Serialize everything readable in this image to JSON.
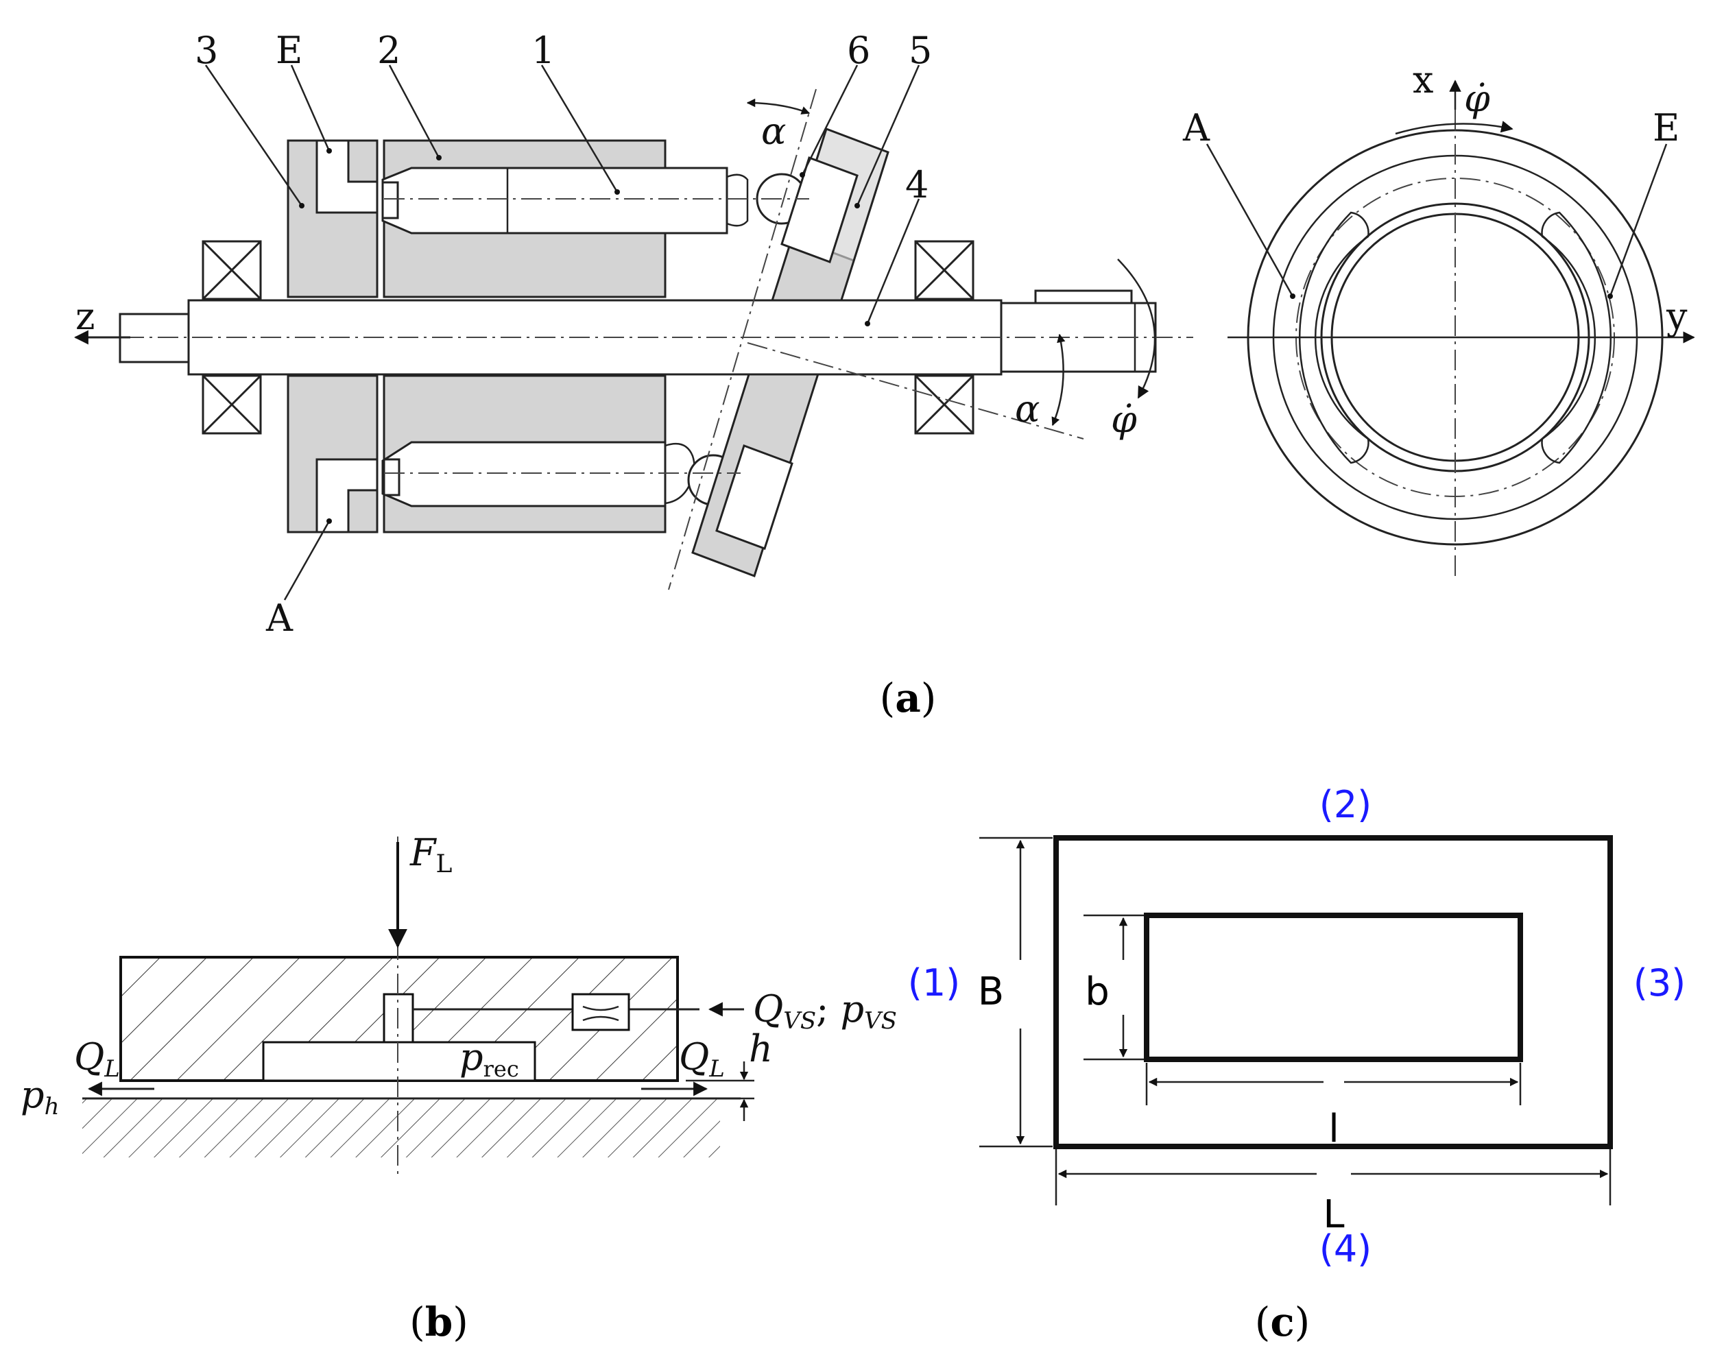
{
  "panel_a": {
    "caption_open": "(",
    "caption_letter": "a",
    "caption_close": ")",
    "part_labels": [
      "3",
      "E",
      "2",
      "1",
      "6",
      "5",
      "4"
    ],
    "port_a_bottom": "A",
    "axis_z": "z",
    "angle_top": "α",
    "angle_bottom": "α",
    "rotation_side": "φ̇",
    "front_view": {
      "axis_x": "x",
      "axis_y": "y",
      "rotation": "φ̇",
      "port_left": "A",
      "port_right": "E"
    }
  },
  "panel_b": {
    "caption_open": "(",
    "caption_letter": "b",
    "caption_close": ")",
    "load_main": "F",
    "load_sub": "L",
    "supply_q": "Q",
    "supply_q_sub": "VS",
    "supply_sep": "; ",
    "supply_p": "p",
    "supply_p_sub": "VS",
    "leak_left": "Q",
    "leak_left_sub": "L",
    "leak_right": "Q",
    "leak_right_sub": "L",
    "gap": "h",
    "recess_p": "p",
    "recess_sub": "rec",
    "ambient_p": "p",
    "ambient_sub": "h"
  },
  "panel_c": {
    "caption_open": "(",
    "caption_letter": "c",
    "caption_close": ")",
    "edge_1": "(1)",
    "edge_2": "(2)",
    "edge_3": "(3)",
    "edge_4": "(4)",
    "dim_B": "B",
    "dim_b": "b",
    "dim_l": "l",
    "dim_L": "L",
    "edge_label_color": "#1a1aff"
  }
}
